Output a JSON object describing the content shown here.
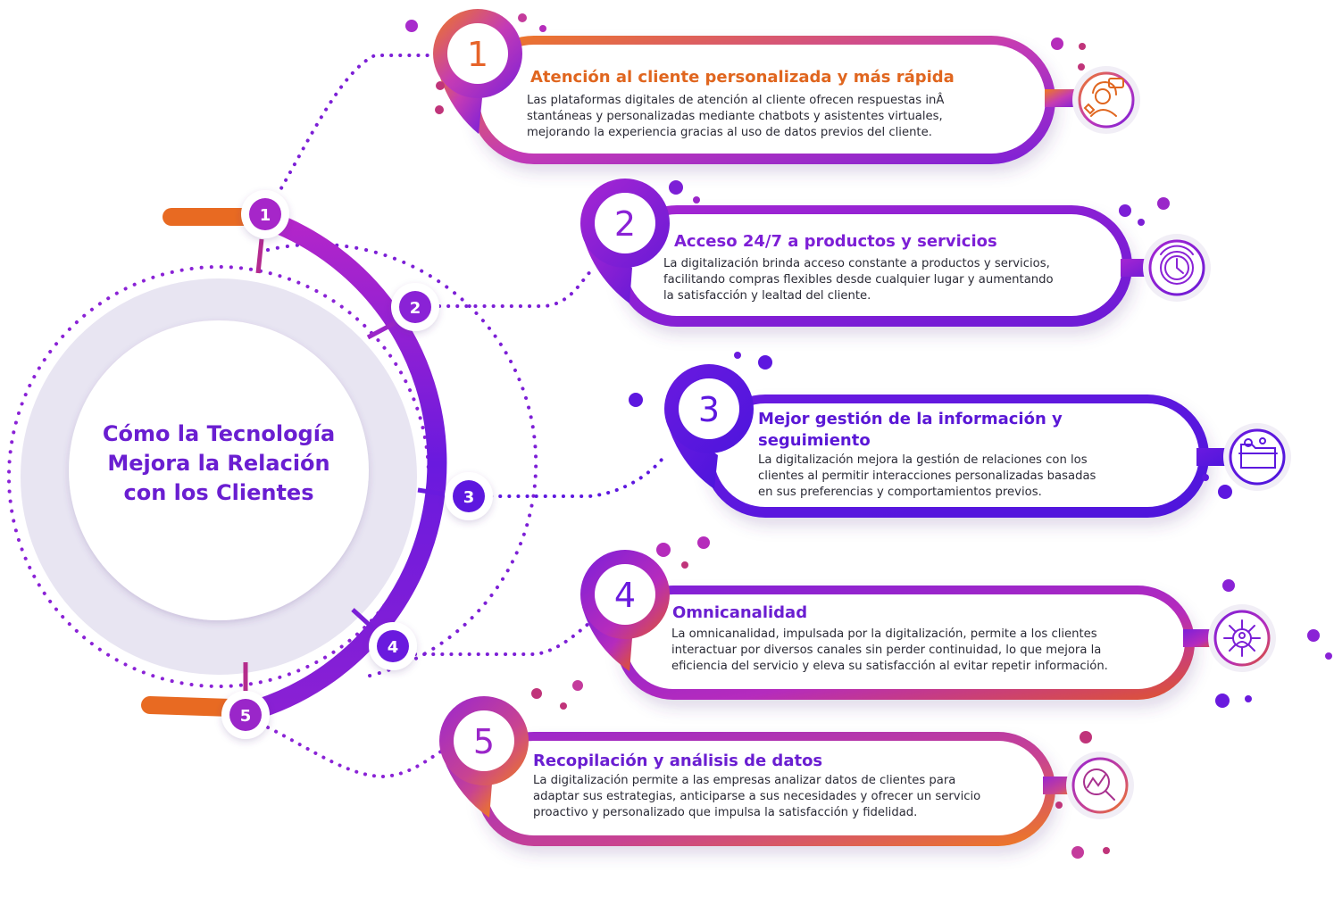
{
  "title": [
    "Cómo la Tecnología",
    "Mejora la Relación",
    "con los Clientes"
  ],
  "items": [
    {
      "number": "1",
      "title": "Atención al cliente personalizada y más rápida",
      "title_color": "#e0661f",
      "body": [
        "Las plataformas digitales de atención al cliente ofrecen respuestas inÂ",
        "stantáneas y personalizadas mediante chatbots y asistentes virtuales,",
        "mejorando la experiencia gracias al uso de datos previos del cliente."
      ],
      "icon": "customer-support-icon"
    },
    {
      "number": "2",
      "title": "Acceso 24/7 a productos y servicios",
      "title_color": "#7d1fd6",
      "body": [
        "La digitalización brinda acceso constante a productos y servicios,",
        "facilitando compras flexibles desde cualquier lugar y aumentando",
        "la satisfacción y lealtad del cliente."
      ],
      "icon": "clock-icon"
    },
    {
      "number": "3",
      "title": "Mejor gestión de la información y seguimiento",
      "title_lines": [
        "Mejor gestión de la información y",
        "seguimiento"
      ],
      "title_color": "#5a17d6",
      "body": [
        "La digitalización mejora la gestión de relaciones con los",
        "clientes al permitir interacciones personalizadas basadas",
        "en sus preferencias y comportamientos previos."
      ],
      "icon": "folder-settings-icon"
    },
    {
      "number": "4",
      "title": "Omnicanalidad",
      "title_color": "#6a1ed1",
      "body": [
        "La omnicanalidad, impulsada por la digitalización, permite a los clientes",
        "interactuar por diversos canales sin perder continuidad, lo que mejora la",
        "eficiencia del servicio y eleva su satisfacción al evitar repetir información."
      ],
      "icon": "network-user-icon"
    },
    {
      "number": "5",
      "title": "Recopilación y análisis de datos",
      "title_color": "#6a1ed1",
      "body": [
        "La digitalización permite a las empresas analizar datos de clientes para",
        "adaptar sus estrategias, anticiparse a sus necesidades y ofrecer un servicio",
        "proactivo y personalizado que impulsa la satisfacción y fidelidad."
      ],
      "icon": "analytics-search-icon"
    }
  ],
  "colors": {
    "orange": "#ee7a1f",
    "magenta": "#b42fc4",
    "purple": "#8a22d6",
    "indigo": "#5d17df",
    "text": "#2b2b36",
    "hub": "#e8e5f2"
  }
}
